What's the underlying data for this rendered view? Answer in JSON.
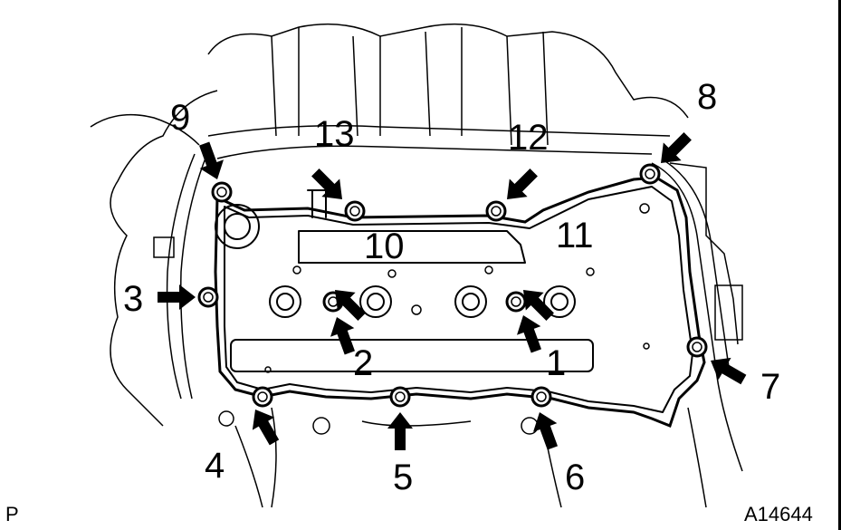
{
  "figure": {
    "corner_mark": "P",
    "figure_code": "A14644",
    "bolt_labels": [
      "1",
      "2",
      "3",
      "4",
      "5",
      "6",
      "7",
      "8",
      "9",
      "10",
      "11",
      "12",
      "13"
    ]
  },
  "colors": {
    "ink": "#000000",
    "background": "#ffffff"
  }
}
